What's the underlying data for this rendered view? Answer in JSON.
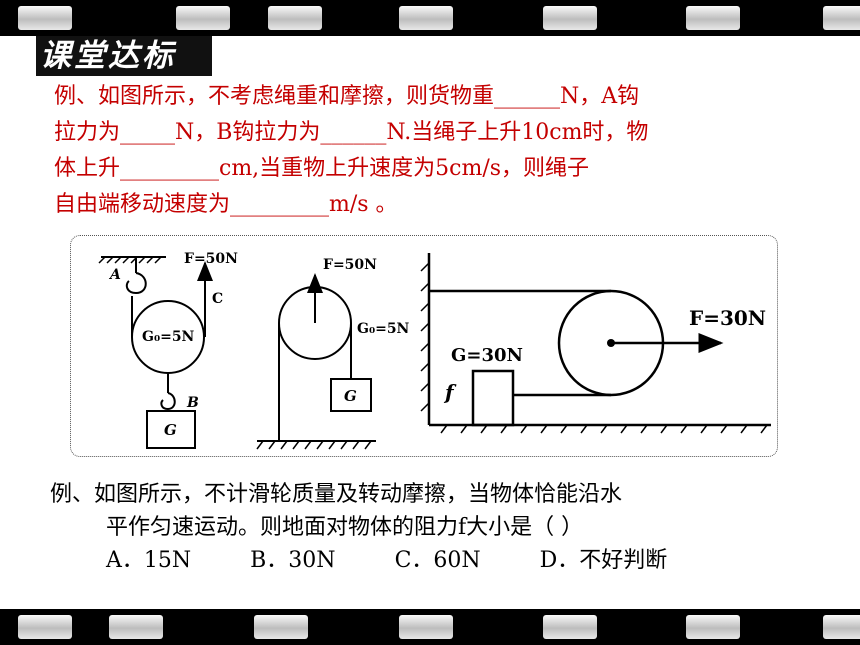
{
  "heading": "课堂达标",
  "question1": {
    "line1": "例、如图所示，不考虑绳重和摩擦，则货物重______N，A钩",
    "line2": "拉力为_____N，B钩拉力为______N.当绳子上升10cm时，物",
    "line3": "体上升_________cm,当重物上升速度为5cm/s，则绳子",
    "line4": "自由端移动速度为_________m/s 。"
  },
  "figures": {
    "fig1": {
      "force": "F=50N",
      "hook_a": "A",
      "rope_c": "C",
      "pulley": "G₀=5N",
      "hook_b": "B",
      "weight": "G"
    },
    "fig2": {
      "force": "F=50N",
      "pulley": "G₀=5N",
      "weight": "G"
    },
    "fig3": {
      "force": "F=30N",
      "block": "G=30N",
      "friction": "f"
    }
  },
  "question2": {
    "line1": "例、如图所示，不计滑轮质量及转动摩擦，当物体恰能沿水",
    "line2": "平作匀速运动。则地面对物体的阻力f大小是（    ）",
    "options": [
      "A．15N",
      "B．30N",
      "C．60N",
      "D．不好判断"
    ]
  }
}
